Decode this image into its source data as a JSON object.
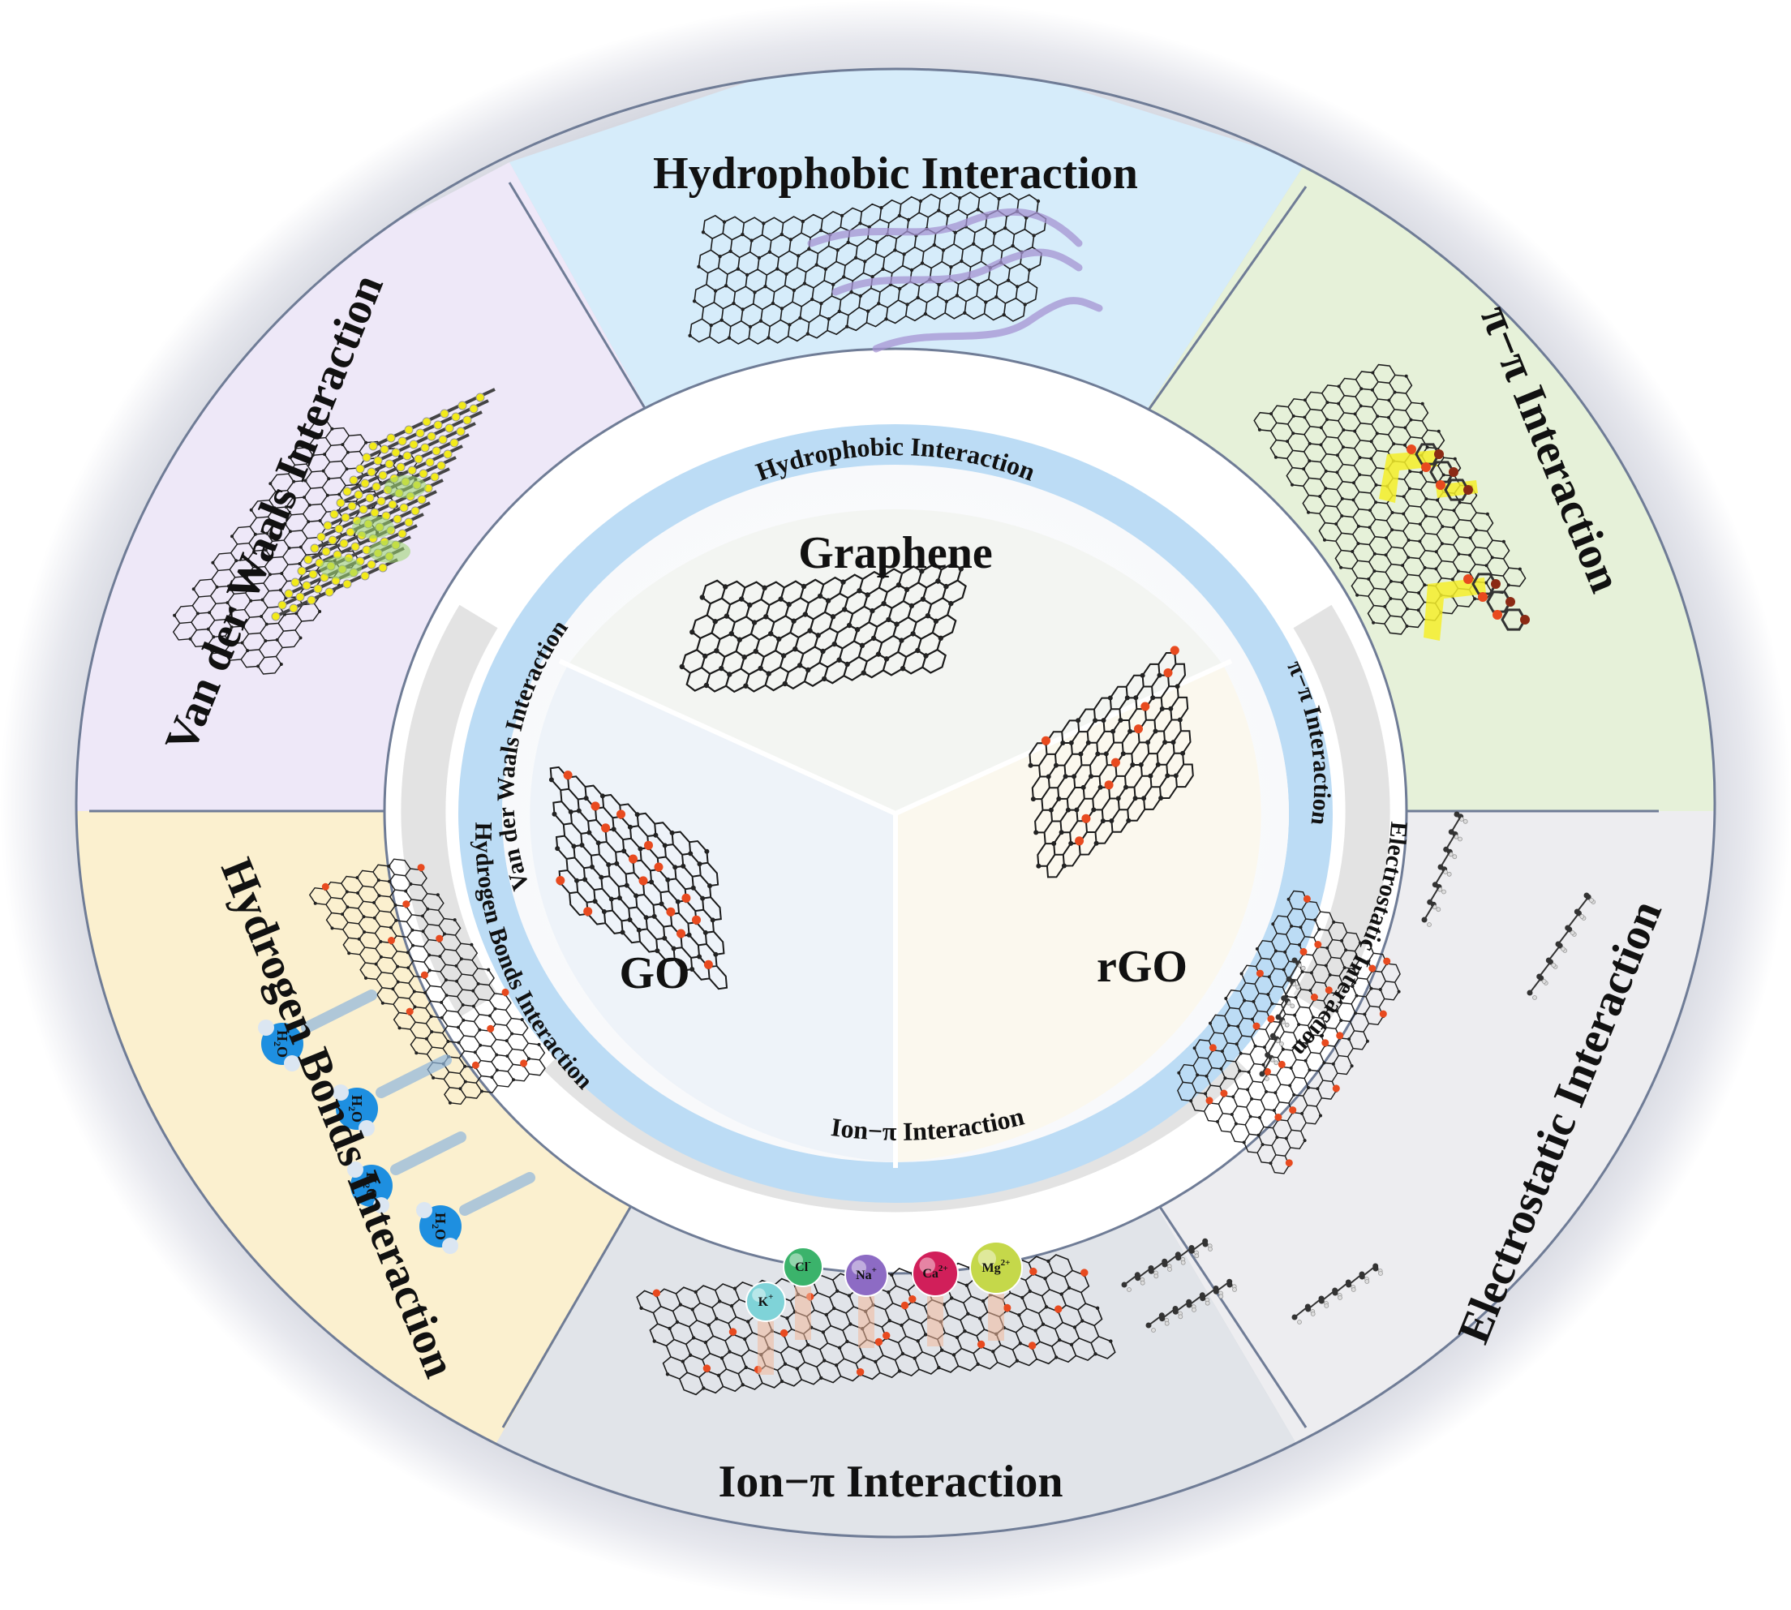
{
  "center": {
    "materials": {
      "graphene": "Graphene",
      "go": "GO",
      "rgo": "rGO"
    },
    "inner_ring_labels": {
      "hydrophobic": "Hydrophobic Interaction",
      "pi_pi": "π−π Interaction",
      "electrostatic": "Electrostatic Interaction",
      "ion_pi": "Ion−π Interaction",
      "hydrogen_bonds": "Hydrogen Bonds Interaction",
      "van_der_waals": "Van der Waals Interaction"
    }
  },
  "segments": [
    {
      "id": "hydrophobic",
      "label": "Hydrophobic Interaction",
      "color": "#d6ecfa"
    },
    {
      "id": "pi-pi",
      "label": "π−π Interaction",
      "color": "#e6f1d9"
    },
    {
      "id": "electrostatic",
      "label": "Electrostatic Interaction",
      "color": "#ededf0"
    },
    {
      "id": "ion-pi",
      "label": "Ion−π Interaction",
      "color": "#e1e4e9"
    },
    {
      "id": "hydrogen-bonds",
      "label": "Hydrogen Bonds Interaction",
      "color": "#fbf0cf"
    },
    {
      "id": "van-der-waals",
      "label": "Van der Waals Interaction",
      "color": "#eee8f8"
    }
  ],
  "ions": {
    "cl": "Cl",
    "cl_sup": "-",
    "k": "K",
    "k_sup": "+",
    "na": "Na",
    "na_sup": "+",
    "ca": "Ca",
    "ca_sup": "2+",
    "mg": "Mg",
    "mg_sup": "2+"
  },
  "water": {
    "h": "H",
    "sub": "2",
    "o": "O"
  },
  "colors": {
    "ring_blue": "#bcdcf5",
    "ring_gray": "#e6e6e6",
    "lattice": "#1a1a1a",
    "oxygen_atom": "#e84a1f",
    "sulfur_atom": "#f2ea1a",
    "pi_highlight": "#f5ef2a",
    "water": "#1e8fe0",
    "ion_cl": "#3bb36b",
    "ion_k": "#7fd3d8",
    "ion_na": "#8d6bc4",
    "ion_ca": "#d11f5a",
    "ion_mg": "#c5d84a"
  }
}
